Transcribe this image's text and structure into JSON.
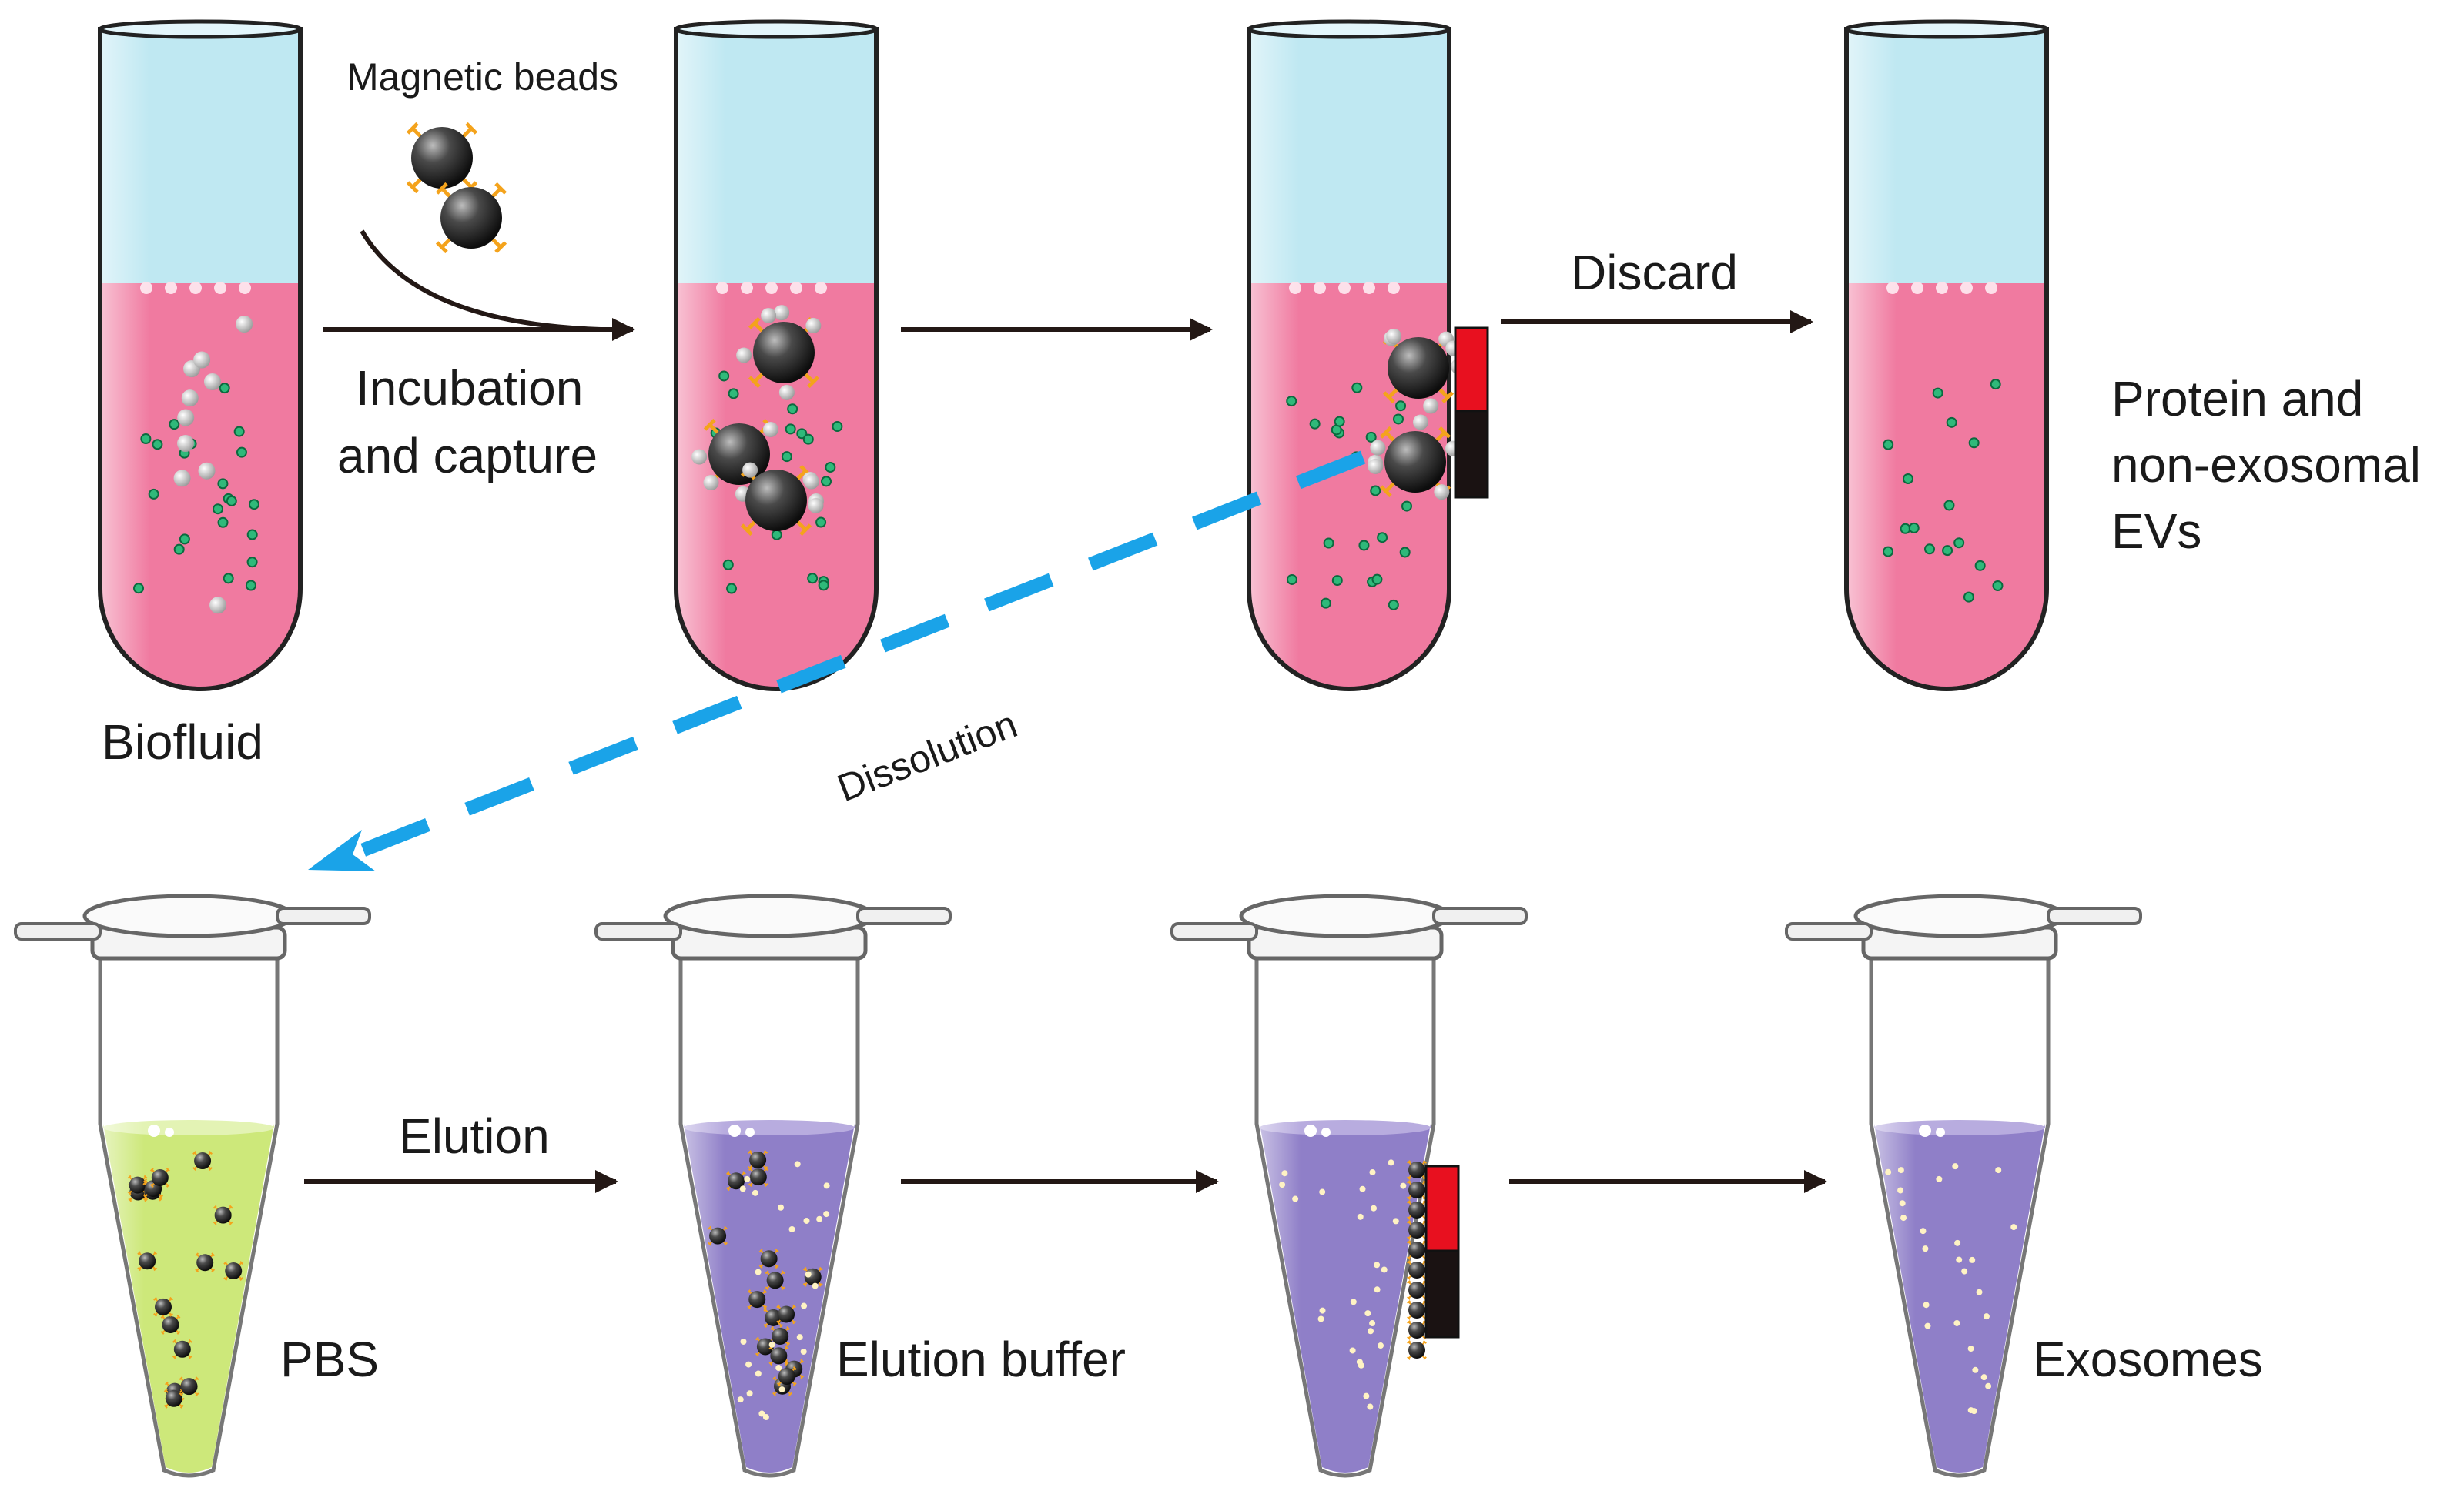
{
  "labels": {
    "magnetic_beads": "Magnetic beads",
    "incubation_line1": "Incubation",
    "incubation_line2": "and capture",
    "discard": "Discard",
    "biofluid": "Biofluid",
    "protein_line1": "Protein and",
    "protein_line2": "non-exosomal",
    "protein_line3": "EVs",
    "dissolution": "Dissolution",
    "elution": "Elution",
    "pbs": "PBS",
    "elution_buffer": "Elution buffer",
    "exosomes": "Exosomes"
  },
  "colors": {
    "biofluid": "#f07aa0",
    "tube_top": "#bfe8f2",
    "pbs": "#cde87a",
    "elution_buffer": "#8f7fc8",
    "dashed_arrow": "#1aa3e8",
    "magnet_red": "#e8101f",
    "magnet_black": "#1a1212",
    "arrow": "#231815"
  }
}
